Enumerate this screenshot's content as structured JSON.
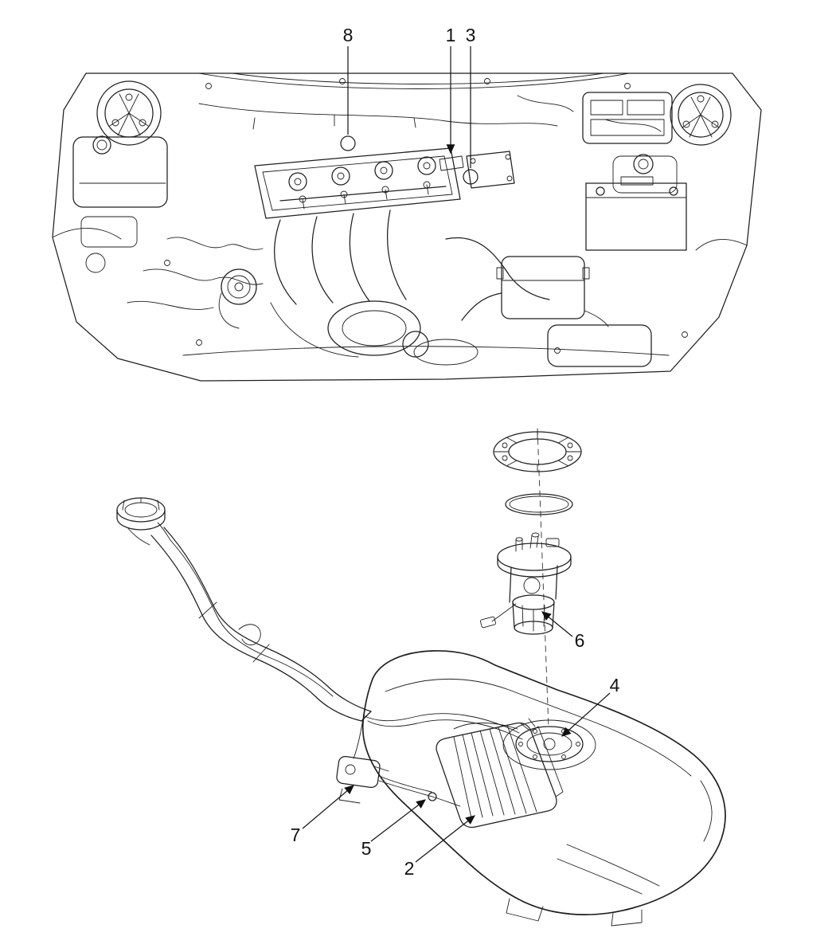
{
  "figure": {
    "background": "#ffffff",
    "line_color": "#1f1f1f",
    "callouts": {
      "c1": "1",
      "c2": "2",
      "c3": "3",
      "c4": "4",
      "c5": "5",
      "c6": "6",
      "c7": "7",
      "c8": "8"
    }
  }
}
